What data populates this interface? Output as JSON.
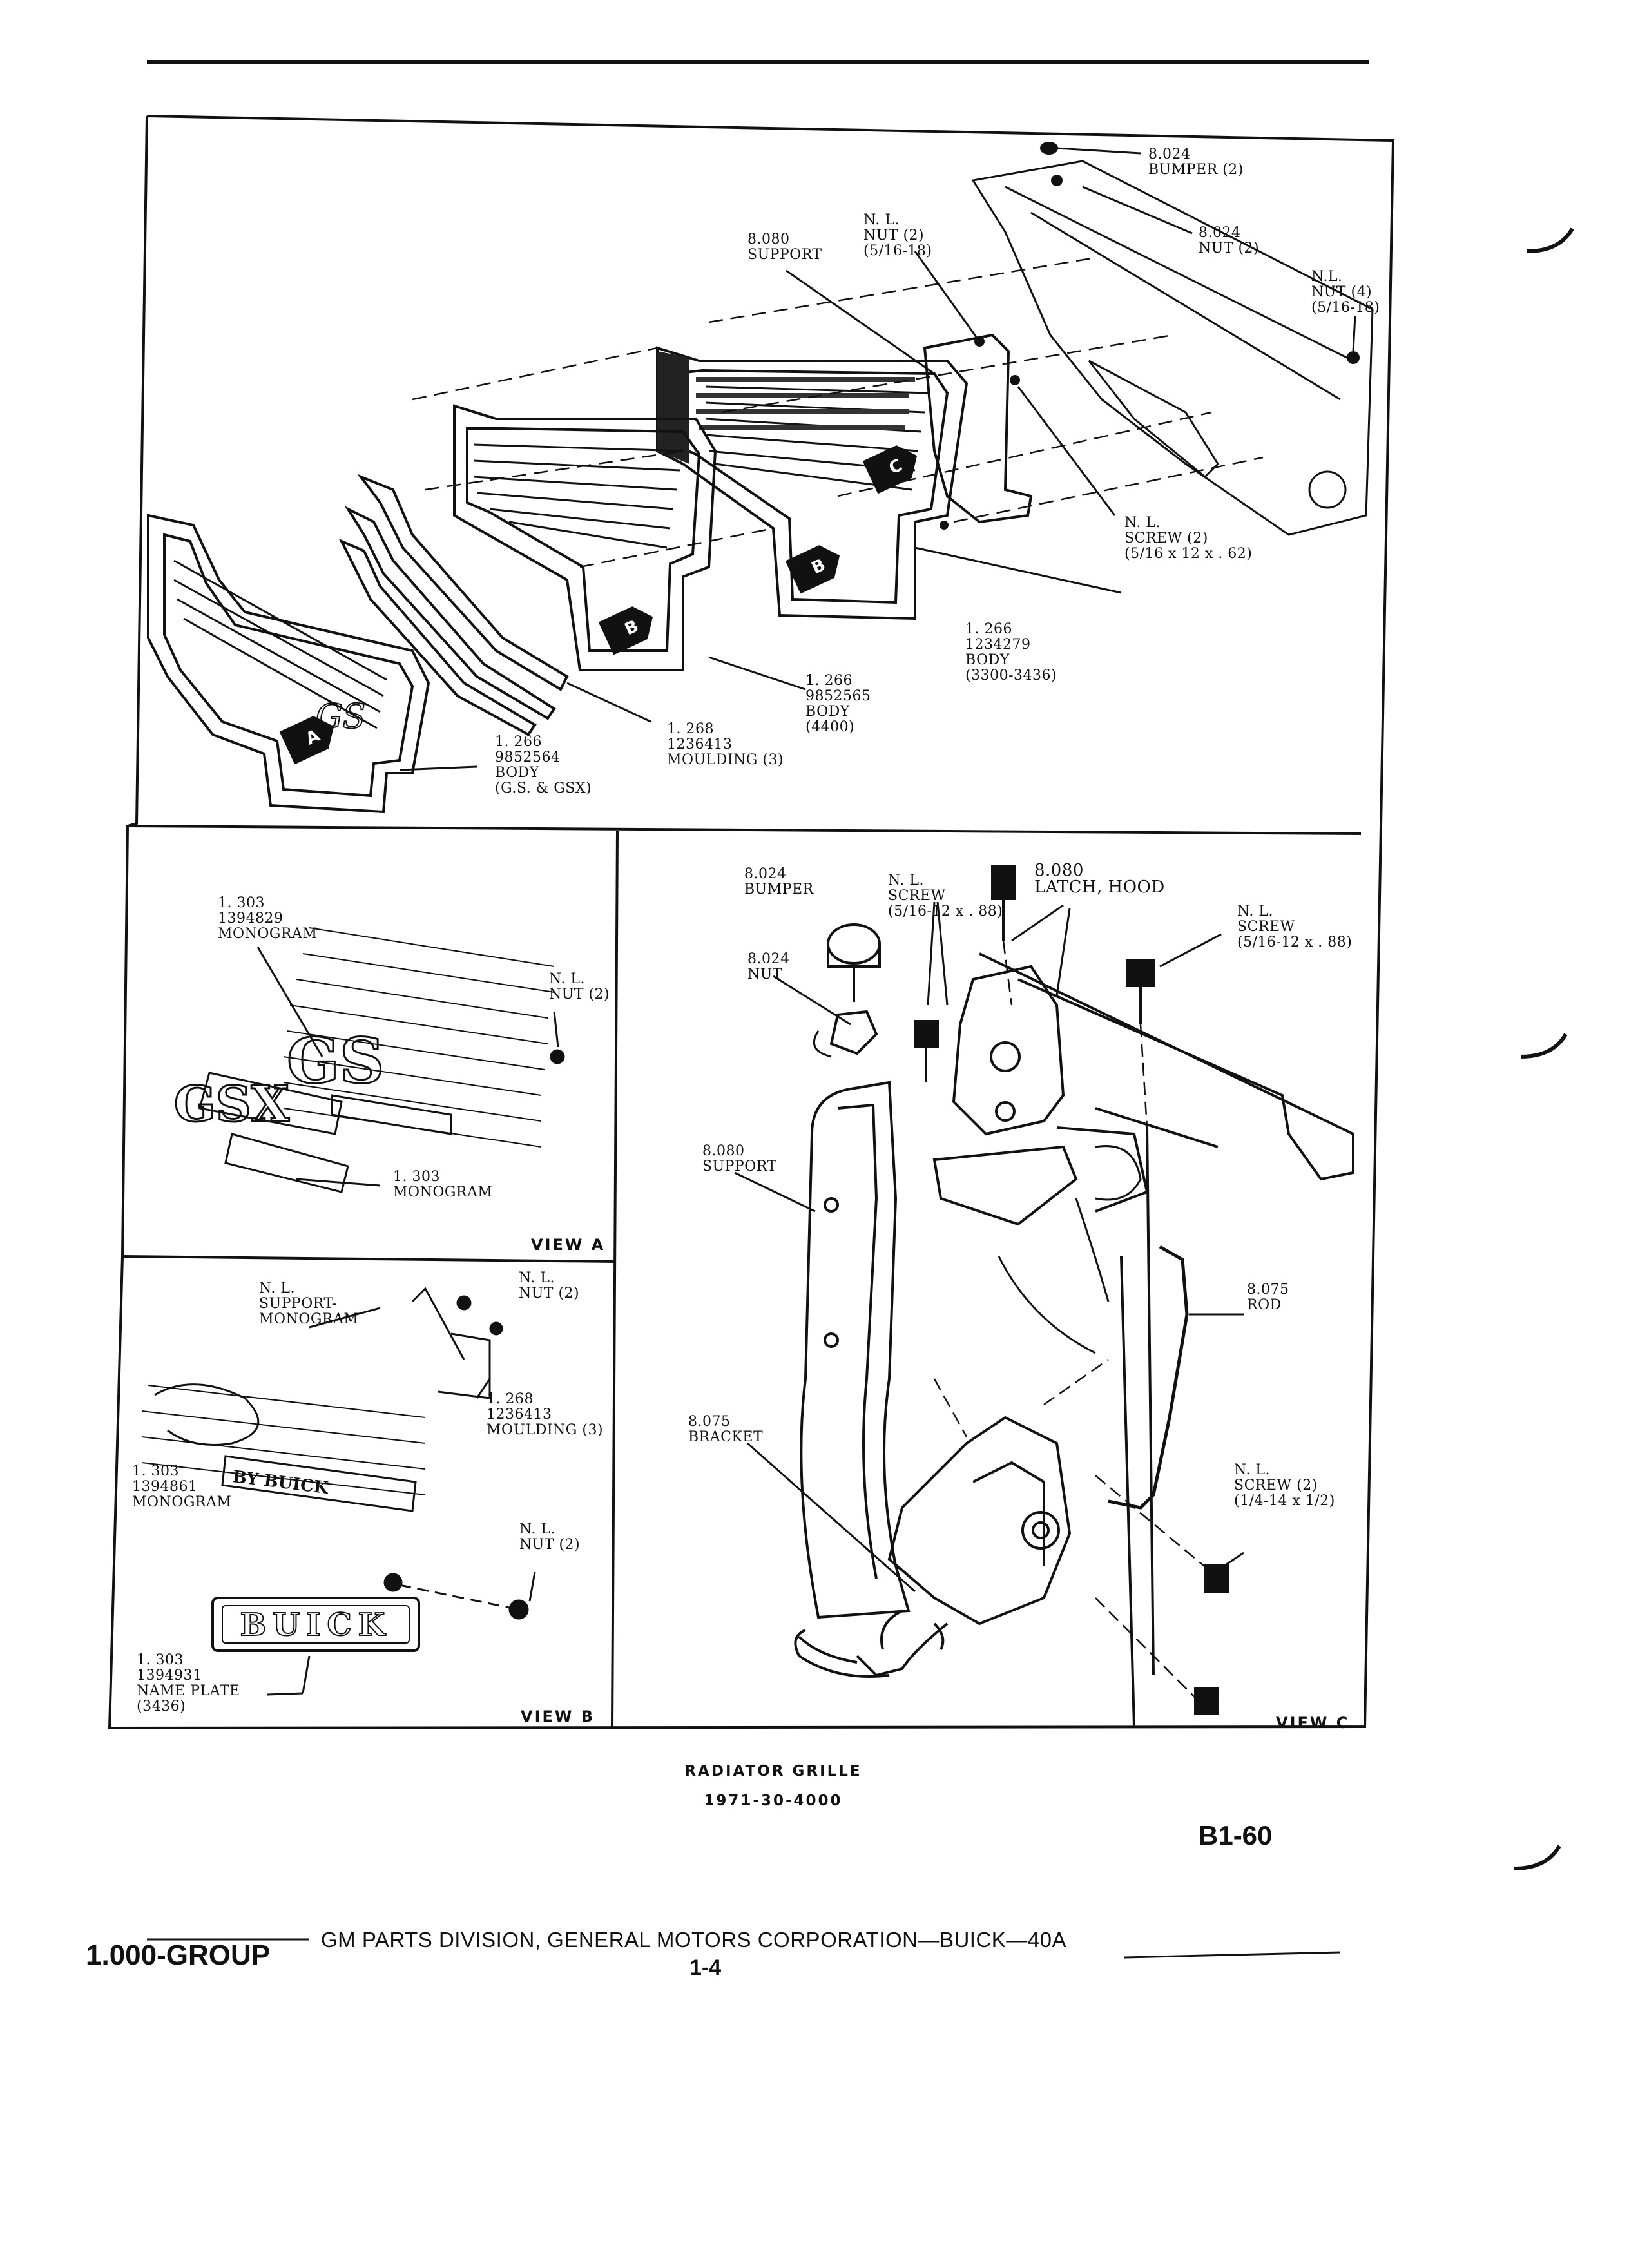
{
  "labels": {
    "bumper_824_top": [
      "8.024",
      "BUMPER (2)"
    ],
    "nut_824_top": [
      "8.024",
      "NUT (2)"
    ],
    "nl_nut2_top": [
      "N. L.",
      "NUT (2)",
      "(5/16-18)"
    ],
    "support_880_top": [
      "8.080",
      "SUPPORT"
    ],
    "nl_nut4_top": [
      "N.L.",
      "NUT (4)",
      "(5/16-18)"
    ],
    "nl_screw2_top": [
      "N. L.",
      "SCREW (2)",
      "(5/16 x 12 x . 62)"
    ],
    "body_1234279": [
      "1. 266",
      "1234279",
      "BODY",
      "(3300-3436)"
    ],
    "body_9852565": [
      "1. 266",
      "9852565",
      "BODY",
      "(4400)"
    ],
    "moulding_top": [
      "1. 268",
      "1236413",
      "MOULDING (3)"
    ],
    "body_9852564": [
      "1. 266",
      "9852564",
      "BODY",
      "(G.S. & GSX)"
    ],
    "va_monogram_1394829": [
      "1. 303",
      "1394829",
      "MONOGRAM"
    ],
    "va_nl_nut2": [
      "N. L.",
      "NUT (2)"
    ],
    "va_monogram": [
      "1. 303",
      "MONOGRAM"
    ],
    "vb_nl_support": [
      "N. L.",
      "SUPPORT-",
      "MONOGRAM"
    ],
    "vb_nl_nut2_a": [
      "N. L.",
      "NUT (2)"
    ],
    "vb_moulding": [
      "1. 268",
      "1236413",
      "MOULDING (3)"
    ],
    "vb_monogram_1394861": [
      "1. 303",
      "1394861",
      "MONOGRAM"
    ],
    "vb_nl_nut2_b": [
      "N. L.",
      "NUT (2)"
    ],
    "vb_nameplate": [
      "1. 303",
      "1394931",
      "NAME PLATE",
      "(3436)"
    ],
    "vc_bumper": [
      "8.024",
      "BUMPER"
    ],
    "vc_nl_screw_a": [
      "N. L.",
      "SCREW",
      "(5/16-12 x . 88)"
    ],
    "vc_latch_hood": [
      "8.080",
      "LATCH, HOOD"
    ],
    "vc_nl_screw_b": [
      "N. L.",
      "SCREW",
      "(5/16-12 x . 88)"
    ],
    "vc_nut": [
      "8.024",
      "NUT"
    ],
    "vc_support": [
      "8.080",
      "SUPPORT"
    ],
    "vc_rod": [
      "8.075",
      "ROD"
    ],
    "vc_bracket": [
      "8.075",
      "BRACKET"
    ],
    "vc_nl_screw2": [
      "N. L.",
      "SCREW (2)",
      "(1/4-14 x 1/2)"
    ]
  },
  "callouts": [
    "A",
    "B",
    "C"
  ],
  "views": {
    "a": "VIEW A",
    "b": "VIEW B",
    "c": "VIEW C"
  },
  "badges": {
    "buick_plate": "BUICK",
    "by_buick": "BY BUICK",
    "gs": "GS",
    "gsx": "GSX"
  },
  "caption": {
    "title": "RADIATOR GRILLE",
    "code": "1971-30-4000"
  },
  "page_code": "B1-60",
  "footer": {
    "group": "1.000-GROUP",
    "publisher": "GM PARTS DIVISION, GENERAL MOTORS CORPORATION—BUICK—40A",
    "page": "1-4"
  }
}
